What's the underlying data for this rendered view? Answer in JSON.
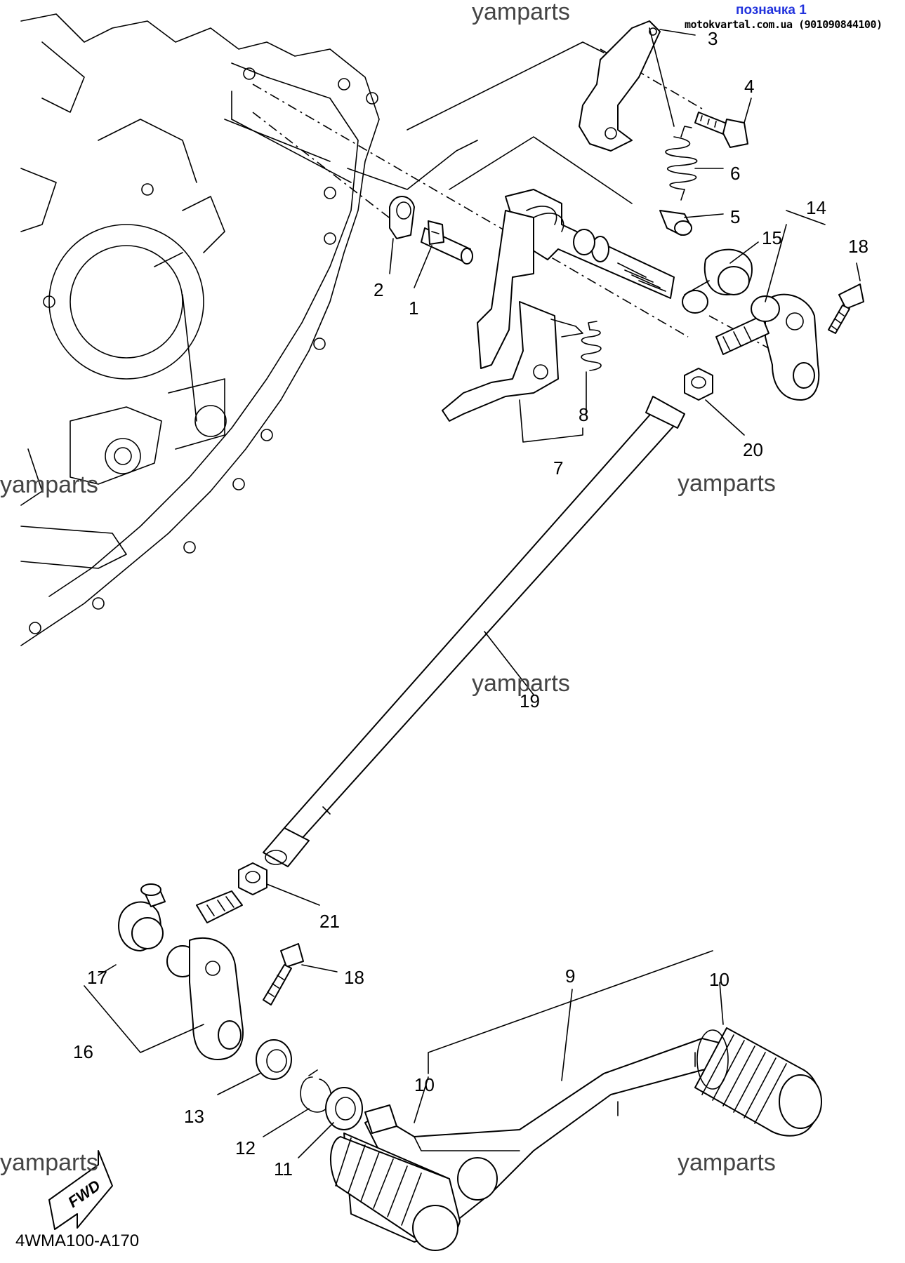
{
  "header": {
    "tag": "позначка 1",
    "source": "motokvartal.com.ua (901090844100)"
  },
  "watermark": "yamparts",
  "diagram_code": "4WMA100-A170",
  "fwd_label": "FWD",
  "callouts": {
    "c1": "1",
    "c2": "2",
    "c3": "3",
    "c4": "4",
    "c5": "5",
    "c6": "6",
    "c7": "7",
    "c8": "8",
    "c9": "9",
    "c10": "10",
    "c11": "11",
    "c12": "12",
    "c13": "13",
    "c14": "14",
    "c15": "15",
    "c16": "16",
    "c17": "17",
    "c18": "18",
    "c19": "19",
    "c20": "20",
    "c21": "21"
  }
}
